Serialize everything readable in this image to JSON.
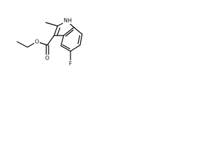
{
  "atoms": {
    "nh": "NH",
    "o_ester": "O",
    "o_carbonyl": "O",
    "fluorine": "F"
  }
}
